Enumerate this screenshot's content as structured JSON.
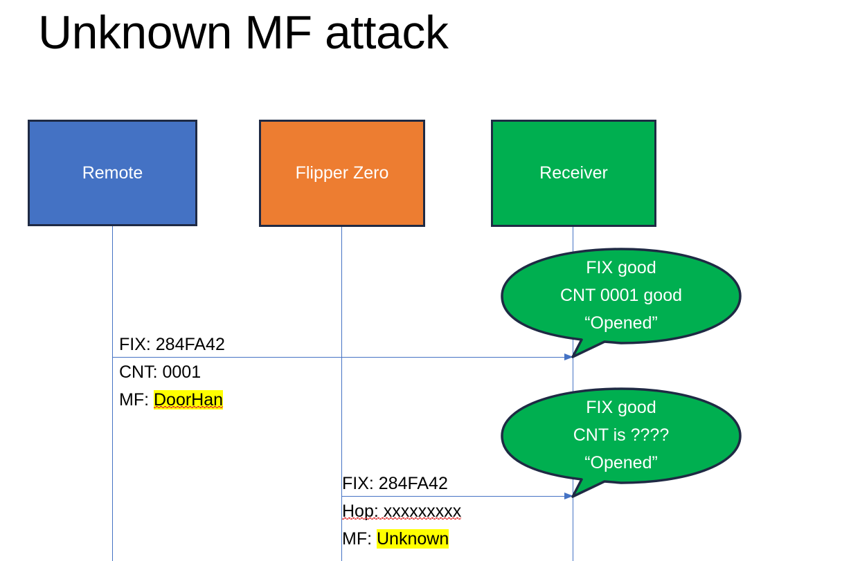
{
  "slide": {
    "title": "Unknown MF attack",
    "background": "#FFFFFF"
  },
  "colors": {
    "remote_fill": "#4472C4",
    "flipper_fill": "#ED7D31",
    "receiver_fill": "#00AF50",
    "box_border": "#1F2A44",
    "arrow": "#4472C4",
    "highlight": "#FFFF00",
    "bubble_fill": "#00AF50",
    "bubble_border": "#1F2A44",
    "text_dark": "#000000",
    "text_light": "#FFFFFF"
  },
  "actors": [
    {
      "id": "remote",
      "label": "Remote"
    },
    {
      "id": "flipper",
      "label": "Flipper Zero"
    },
    {
      "id": "receiver",
      "label": "Receiver"
    }
  ],
  "messages": [
    {
      "id": "msg-1",
      "from": "remote",
      "to": "receiver",
      "lines": [
        {
          "text": "FIX: 284FA42",
          "highlight": false,
          "spellcheck": false
        },
        {
          "text": "CNT: 0001",
          "highlight": false,
          "spellcheck": false
        }
      ],
      "mf_prefix": "MF: ",
      "mf_value": "DoorHan",
      "mf_highlighted": true,
      "mf_spellcheck": true
    },
    {
      "id": "msg-2",
      "from": "flipper",
      "to": "receiver",
      "lines": [
        {
          "text": "FIX: 284FA42",
          "highlight": false,
          "spellcheck": false
        },
        {
          "text": "Hop: xxxxxxxxx",
          "highlight": false,
          "spellcheck": true
        }
      ],
      "mf_prefix": "MF: ",
      "mf_value": "Unknown",
      "mf_highlighted": true,
      "mf_spellcheck": false
    }
  ],
  "bubbles": [
    {
      "id": "bubble-1",
      "owner": "receiver",
      "lines": [
        "FIX good",
        "CNT 0001 good",
        "“Opened”"
      ]
    },
    {
      "id": "bubble-2",
      "owner": "receiver",
      "lines": [
        "FIX good",
        "CNT is ????",
        "“Opened”"
      ]
    }
  ]
}
